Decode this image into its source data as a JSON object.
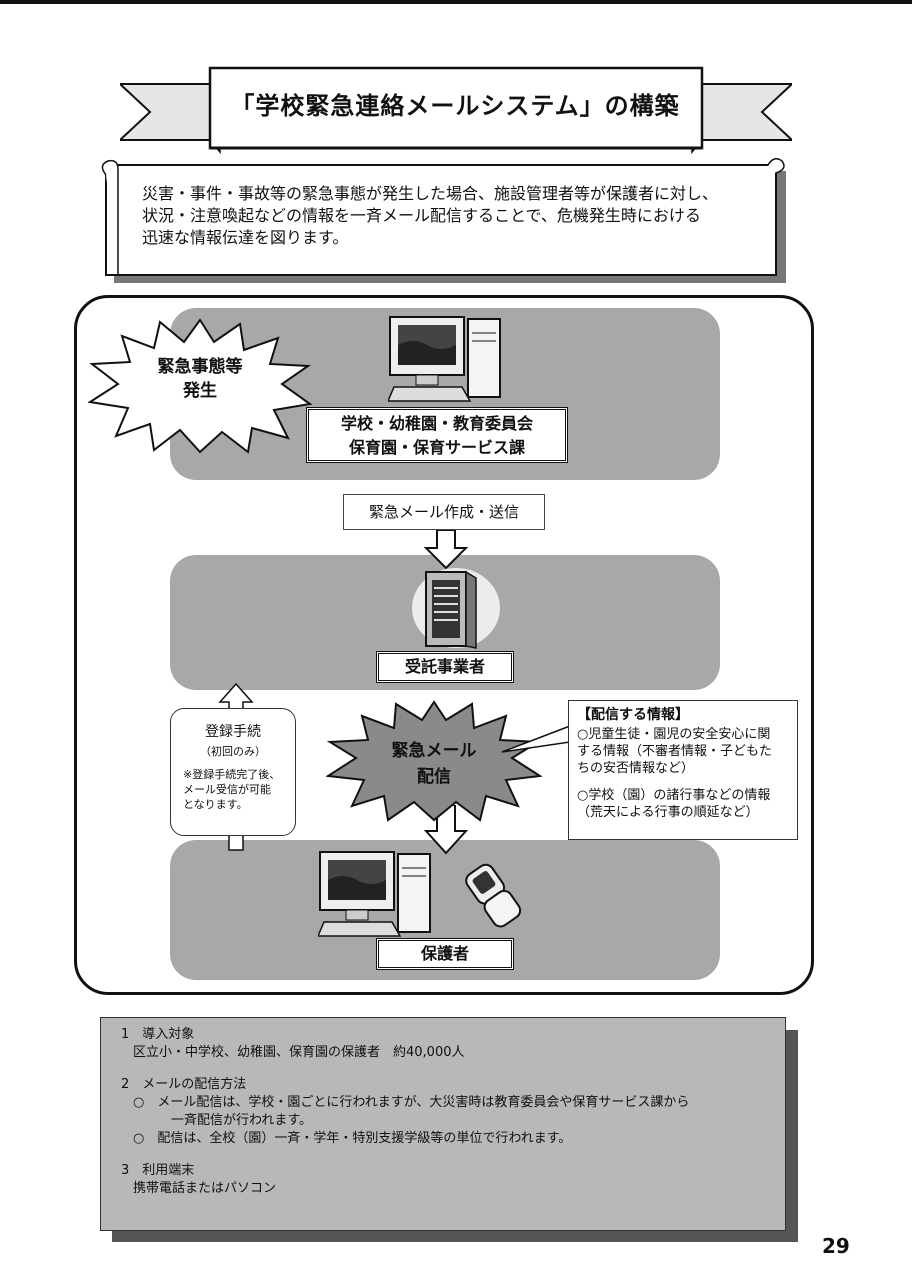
{
  "title": "「学校緊急連絡メールシステム」の構築",
  "intro": [
    "災害・事件・事故等の緊急事態が発生した場合、施設管理者等が保護者に対し、",
    "状況・注意喚起などの情報を一斉メール配信することで、危機発生時における",
    "迅速な情報伝達を図ります。"
  ],
  "diagram": {
    "emergency_burst": [
      "緊急事態等",
      "発生"
    ],
    "sender_label": [
      "学校・幼稚園・教育委員会",
      "保育園・保育サービス課"
    ],
    "compose_label": "緊急メール作成・送信",
    "contractor_label": "受託事業者",
    "send_burst": [
      "緊急メール",
      "配信"
    ],
    "registration": {
      "title": "登録手続",
      "subtitle": "（初回のみ）",
      "note": [
        "※登録手続完了後、",
        "メール受信が可能",
        "となります。"
      ]
    },
    "info_box": {
      "title": "【配信する情報】",
      "lines_a": [
        "○児童生徒・園児の安全安心に関",
        "する情報（不審者情報・子どもた",
        "ちの安否情報など）"
      ],
      "lines_b": [
        "○学校（園）の諸行事などの情報",
        "（荒天による行事の順延など）"
      ]
    },
    "guardian_label": "保護者"
  },
  "notes": {
    "item1_heading": "1　導入対象",
    "item1_body": "区立小・中学校、幼稚園、保育園の保護者　約40,000人",
    "item2_heading": "2　メールの配信方法",
    "item2_b1": "○　メール配信は、学校・園ごとに行われますが、大災害時は教育委員会や保育サービス課から",
    "item2_b1_cont": "一斉配信が行われます。",
    "item2_b2": "○　配信は、全校（園）一斉・学年・特別支援学級等の単位で行われます。",
    "item3_heading": "3　利用端末",
    "item3_body": "携帯電話またはパソコン"
  },
  "page_number": "29",
  "icons": [
    "desktop-computer-icon",
    "server-rack-icon",
    "mobile-phone-icon"
  ]
}
